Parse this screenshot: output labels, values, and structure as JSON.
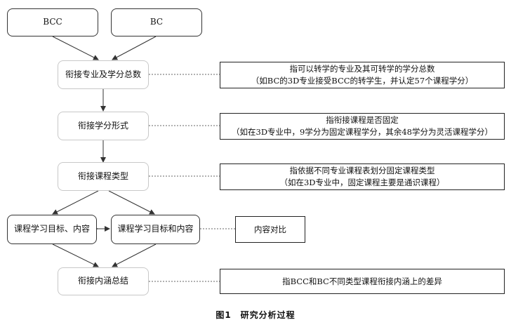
{
  "nodes": {
    "bcc": "BCC",
    "bc": "BC",
    "total_credits": "衔接专业及学分总数",
    "credit_form": "衔接学分形式",
    "course_type": "衔接课程类型",
    "goals_left": "课程学习目标、内容",
    "goals_right": "课程学习目标和内容",
    "summary": "衔接内涵总结"
  },
  "notes": {
    "total_credits": {
      "line1": "指可以转学的专业及其可转学的学分总数",
      "line2": "（如BC的3D专业接受BCC的转学生，并认定57个课程学分）"
    },
    "credit_form": {
      "line1": "指衔接课程是否固定",
      "line2": "（如在3D专业中，9学分为固定课程学分，其余48学分为灵活课程学分）"
    },
    "course_type": {
      "line1": "指依据不同专业课程表划分固定课程类型",
      "line2": "（如在3D专业中，固定课程主要是通识课程）"
    },
    "goals": {
      "line1": "内容对比"
    },
    "summary": {
      "line1": "指BCC和BC不同类型课程衔接内涵上的差异"
    }
  },
  "caption": "图1　研究分析过程"
}
